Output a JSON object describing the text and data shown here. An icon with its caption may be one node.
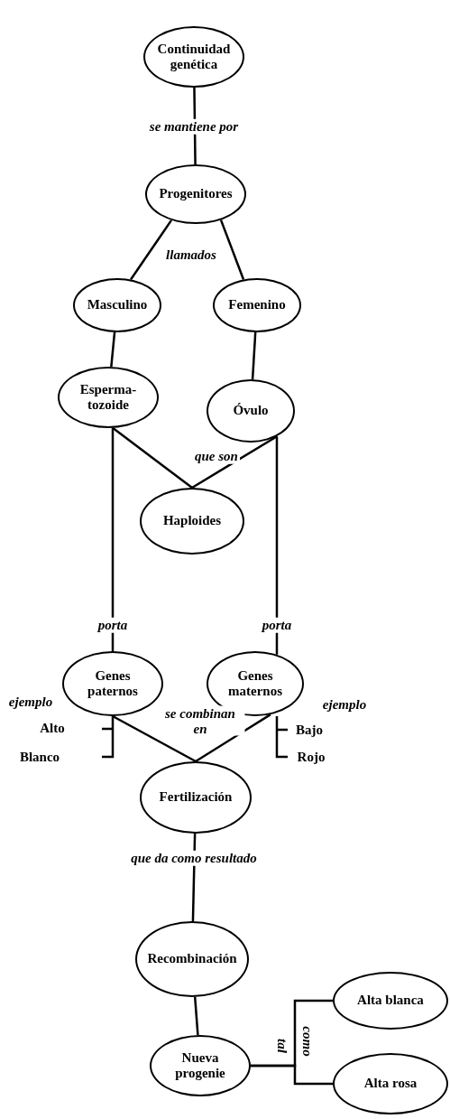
{
  "diagram": {
    "nodes": [
      {
        "text": [
          "Continuidad genética"
        ]
      },
      {
        "text": [
          "Progenitores"
        ]
      },
      {
        "text": [
          "Masculino"
        ]
      },
      {
        "text": [
          "Femenino"
        ]
      },
      {
        "text": [
          "Esperma-tozoide"
        ]
      },
      {
        "text": [
          "Óvulo"
        ]
      },
      {
        "text": [
          "Haploides"
        ]
      },
      {
        "text": [
          "Genes paternos"
        ]
      },
      {
        "text": [
          "Genes maternos"
        ]
      },
      {
        "text": [
          "Fertilización"
        ]
      },
      {
        "text": [
          "Recombinación"
        ]
      },
      {
        "text": [
          "Nueva progenie"
        ]
      },
      {
        "text": [
          "Alta blanca"
        ]
      },
      {
        "text": [
          "Alta rosa"
        ]
      }
    ],
    "edges": [
      {
        "from": 0,
        "to": 1,
        "arrow": "none",
        "label": "se mantiene por"
      },
      {
        "from": 1,
        "to": 2,
        "arrow": "none"
      },
      {
        "from": 1,
        "to": 3,
        "arrow": "none"
      },
      {
        "from": 2,
        "to": 4,
        "arrow": "none"
      },
      {
        "from": 3,
        "to": 5,
        "arrow": "none"
      },
      {
        "from": 4,
        "to": 6,
        "arrow": "none"
      },
      {
        "from": 5,
        "to": 6,
        "arrow": "none"
      },
      {
        "from": 4,
        "to": 7,
        "arrow": "none",
        "label": "porta"
      },
      {
        "from": 5,
        "to": 8,
        "arrow": "none",
        "label": "porta"
      },
      {
        "from": 7,
        "to": 9,
        "arrow": "none"
      },
      {
        "from": 8,
        "to": 9,
        "arrow": "none"
      },
      {
        "from": 9,
        "to": 10,
        "arrow": "none",
        "label": "que da como resultado"
      },
      {
        "from": 10,
        "to": 11,
        "arrow": "none"
      },
      {
        "from": 11,
        "to": 12,
        "arrow": "none"
      },
      {
        "from": 11,
        "to": 13,
        "arrow": "none"
      }
    ],
    "labels": [
      "llamados",
      "que son",
      "se combinan en",
      "ejemplo",
      "Alto",
      "Blanco",
      "ejemplo",
      "Bajo",
      "Rojo",
      "tal",
      "como"
    ]
  }
}
